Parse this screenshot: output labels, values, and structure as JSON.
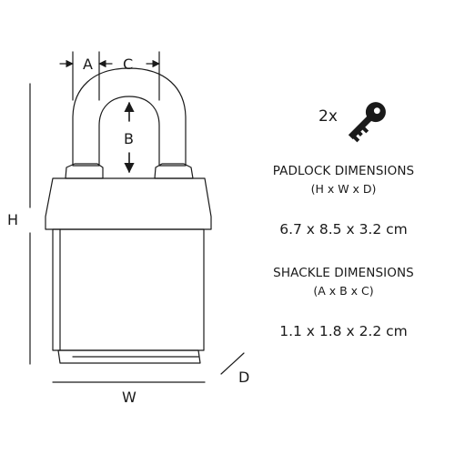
{
  "diagram": {
    "labels": {
      "a": "A",
      "b": "B",
      "c": "C",
      "h": "H",
      "w": "W",
      "d": "D"
    }
  },
  "keys": {
    "count": "2x",
    "icon": "key-icon"
  },
  "padlock": {
    "title": "PADLOCK DIMENSIONS",
    "subtitle": "(H x W x D)",
    "value": "6.7 x 8.5 x 3.2 cm"
  },
  "shackle": {
    "title": "SHACKLE DIMENSIONS",
    "subtitle": "(A x B x C)",
    "value": "1.1 x 1.8 x 2.2 cm"
  },
  "colors": {
    "line": "#1a1a1a",
    "background": "#ffffff"
  }
}
